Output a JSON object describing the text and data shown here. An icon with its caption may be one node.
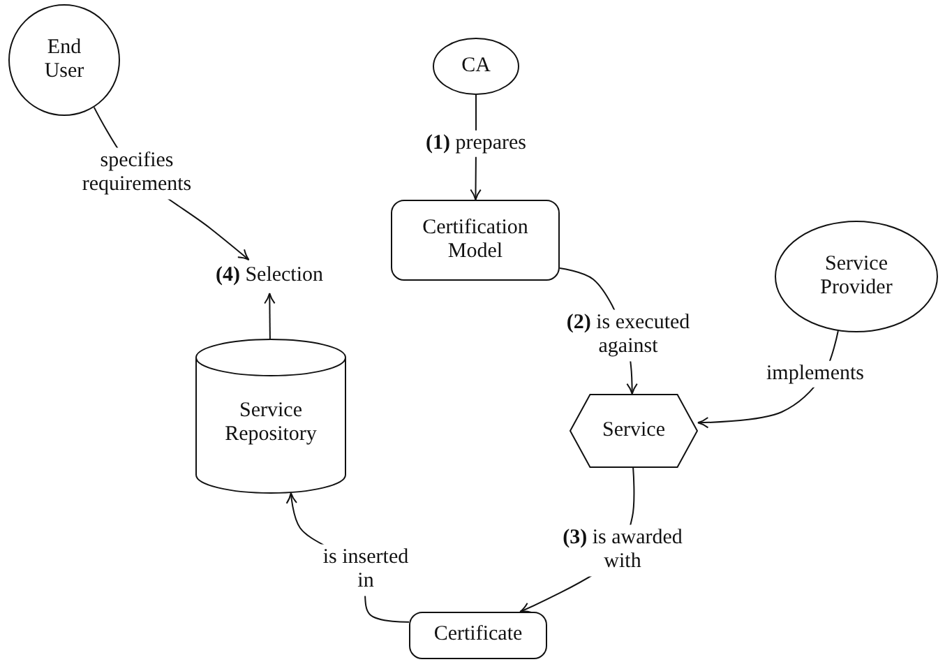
{
  "diagram": {
    "nodes": [
      {
        "text": [
          "End User"
        ]
      },
      {
        "text": [
          "CA"
        ]
      },
      {
        "text": [
          "Certification Model"
        ]
      },
      {
        "text": [
          "Service Provider"
        ]
      },
      {
        "text": [
          "**(4)** Selection"
        ]
      },
      {
        "text": [
          "Service Repository"
        ]
      },
      {
        "text": [
          "Service"
        ]
      },
      {
        "text": [
          "Certificate"
        ]
      }
    ],
    "edges": [
      {
        "from": 0,
        "to": 4,
        "arrow": "to",
        "label": "specifies requirements"
      },
      {
        "from": 1,
        "to": 2,
        "arrow": "to",
        "label": "**(1)** prepares"
      },
      {
        "from": 2,
        "to": 6,
        "arrow": "to",
        "label": "**(2)** is executed against"
      },
      {
        "from": 3,
        "to": 6,
        "arrow": "to",
        "label": "implements"
      },
      {
        "from": 6,
        "to": 7,
        "arrow": "to",
        "label": "**(3)** is awarded with"
      },
      {
        "from": 7,
        "to": 5,
        "arrow": "to",
        "label": "is inserted in"
      },
      {
        "from": 5,
        "to": 4,
        "arrow": "to"
      }
    ]
  }
}
